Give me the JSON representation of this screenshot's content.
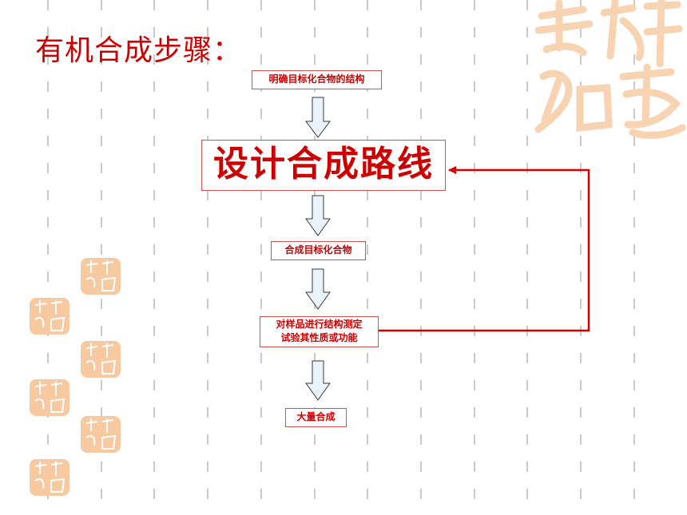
{
  "slide": {
    "title": "有机合成步骤：",
    "background_color": "#ffffff",
    "accent_color": "#cc0000",
    "decoration_color": "#f5c9a0",
    "line_color": "#b9b9b9"
  },
  "flowchart": {
    "steps": [
      {
        "label": "明确目标化合物的结构"
      },
      {
        "label": "设计合成路线"
      },
      {
        "label": "合成目标化合物"
      },
      {
        "lines": [
          "对样品进行结构测定",
          "试验其性质或功能"
        ]
      },
      {
        "label": "大量合成"
      }
    ],
    "arrows": [
      "down-arrow",
      "down-arrow",
      "down-arrow",
      "down-arrow"
    ],
    "feedback_loop": "from-step-4-to-step-2"
  },
  "decorations": {
    "seal_text": "吉祥如意"
  }
}
